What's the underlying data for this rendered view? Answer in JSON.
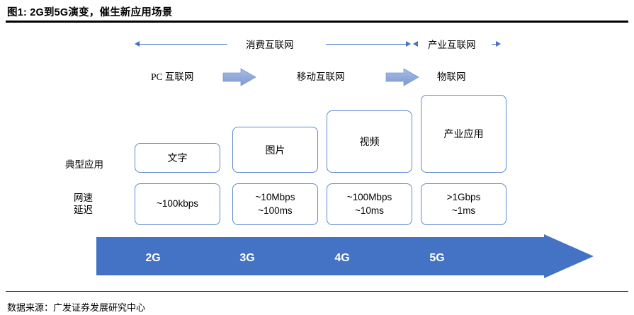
{
  "figure": {
    "title": "图1: 2G到5G演变，催生新应用场景",
    "source": "数据来源：广发证券发展研究中心"
  },
  "colors": {
    "line_blue": "#4472C4",
    "block_arrow_blue": "#8FAADC",
    "gen_arrow_blue": "#4472C4",
    "box_border": "#5B88D0",
    "rule_black": "#000000"
  },
  "bands": {
    "consumer": "消费互联网",
    "industrial": "产业互联网"
  },
  "eras": [
    {
      "label": "PC 互联网"
    },
    {
      "label": "移动互联网"
    },
    {
      "label": "物联网"
    }
  ],
  "row_captions": {
    "applications": "典型应用",
    "speed_latency": "网速\n延迟"
  },
  "chart_data": {
    "type": "diagram",
    "title": "2G到5G演变，催生新应用场景",
    "columns": [
      {
        "generation": "2G",
        "era": "PC 互联网",
        "segment": "消费互联网",
        "application": "文字",
        "speed": "~100kbps",
        "latency": "",
        "speed_text": "~100kbps",
        "app_box_height": 42
      },
      {
        "generation": "3G",
        "era": "移动互联网",
        "segment": "消费互联网",
        "application": "图片",
        "speed": "~10Mbps",
        "latency": "~100ms",
        "speed_text": "~10Mbps\n~100ms",
        "app_box_height": 65
      },
      {
        "generation": "4G",
        "era": "移动互联网",
        "segment": "消费互联网",
        "application": "视频",
        "speed": "~100Mbps",
        "latency": "~10ms",
        "speed_text": "~100Mbps\n~10ms",
        "app_box_height": 88
      },
      {
        "generation": "5G",
        "era": "物联网",
        "segment": "产业互联网",
        "application": "产业应用",
        "speed": ">1Gbps",
        "latency": "~1ms",
        "speed_text": ">1Gbps\n~1ms",
        "app_box_height": 110
      }
    ],
    "generations": [
      "2G",
      "3G",
      "4G",
      "5G"
    ],
    "applications": [
      "文字",
      "图片",
      "视频",
      "产业应用"
    ],
    "speeds": [
      "~100kbps",
      "~10Mbps",
      "~100Mbps",
      ">1Gbps"
    ],
    "latencies": [
      "",
      "~100ms",
      "~10ms",
      "~1ms"
    ],
    "legend": [],
    "xlabel": "",
    "ylabel": ""
  }
}
